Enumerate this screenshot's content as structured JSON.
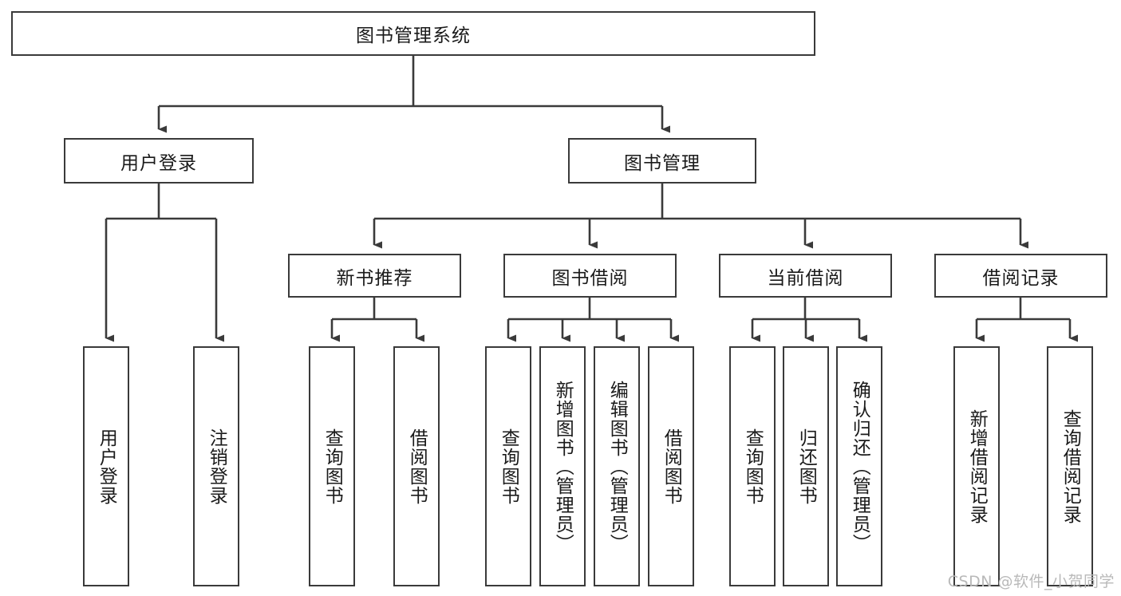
{
  "diagram": {
    "type": "hierarchy-tree",
    "title": "图书管理系统",
    "root": {
      "label": "图书管理系统"
    },
    "level1": [
      {
        "label": "用户登录"
      },
      {
        "label": "图书管理"
      }
    ],
    "level2": [
      {
        "label": "新书推荐"
      },
      {
        "label": "图书借阅"
      },
      {
        "label": "当前借阅"
      },
      {
        "label": "借阅记录"
      }
    ],
    "leaves": {
      "user_login": [
        {
          "label": "用户登录"
        },
        {
          "label": "注销登录"
        }
      ],
      "new_book_recommend": [
        {
          "label": "查询图书"
        },
        {
          "label": "借阅图书"
        }
      ],
      "book_borrow": [
        {
          "label": "查询图书"
        },
        {
          "label": "新增图书（管理员）"
        },
        {
          "label": "编辑图书（管理员）"
        },
        {
          "label": "借阅图书"
        }
      ],
      "current_borrow": [
        {
          "label": "查询图书"
        },
        {
          "label": "归还图书"
        },
        {
          "label": "确认归还（管理员）"
        }
      ],
      "borrow_record": [
        {
          "label": "新增借阅记录"
        },
        {
          "label": "查询借阅记录"
        }
      ]
    }
  },
  "watermark": {
    "text": "CSDN @软件_小贺同学"
  },
  "colors": {
    "stroke": "#3a3a3a",
    "background": "#ffffff",
    "text": "#1a1a1a",
    "watermark": "#b9b9b9"
  }
}
